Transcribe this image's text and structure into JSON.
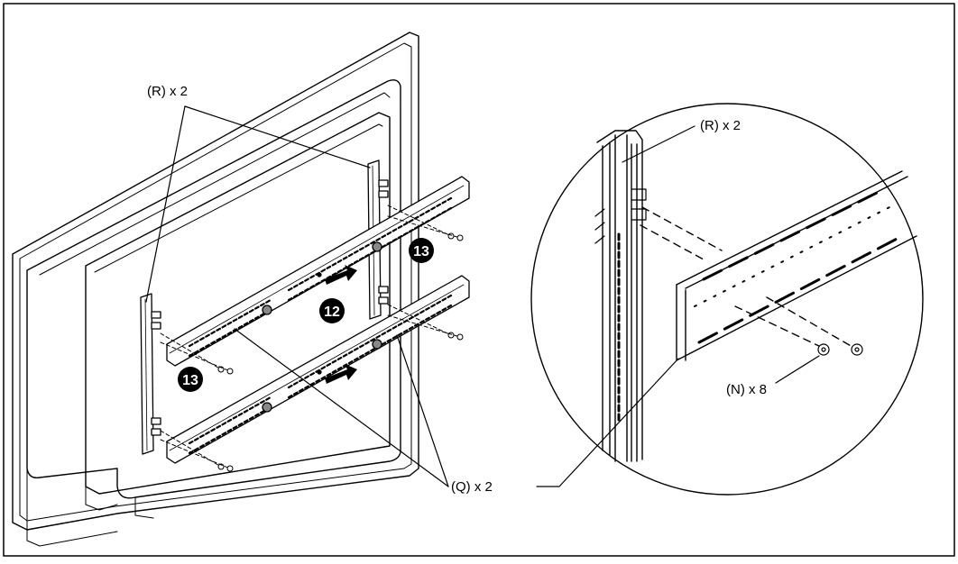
{
  "labels": {
    "r_left": "(R) x 2",
    "r_zoom": "(R) x 2",
    "n": "(N) x 8",
    "q": "(Q) x 2"
  },
  "steps": {
    "step_12": "12",
    "step_13_upper": "13",
    "step_13_lower": "13"
  }
}
